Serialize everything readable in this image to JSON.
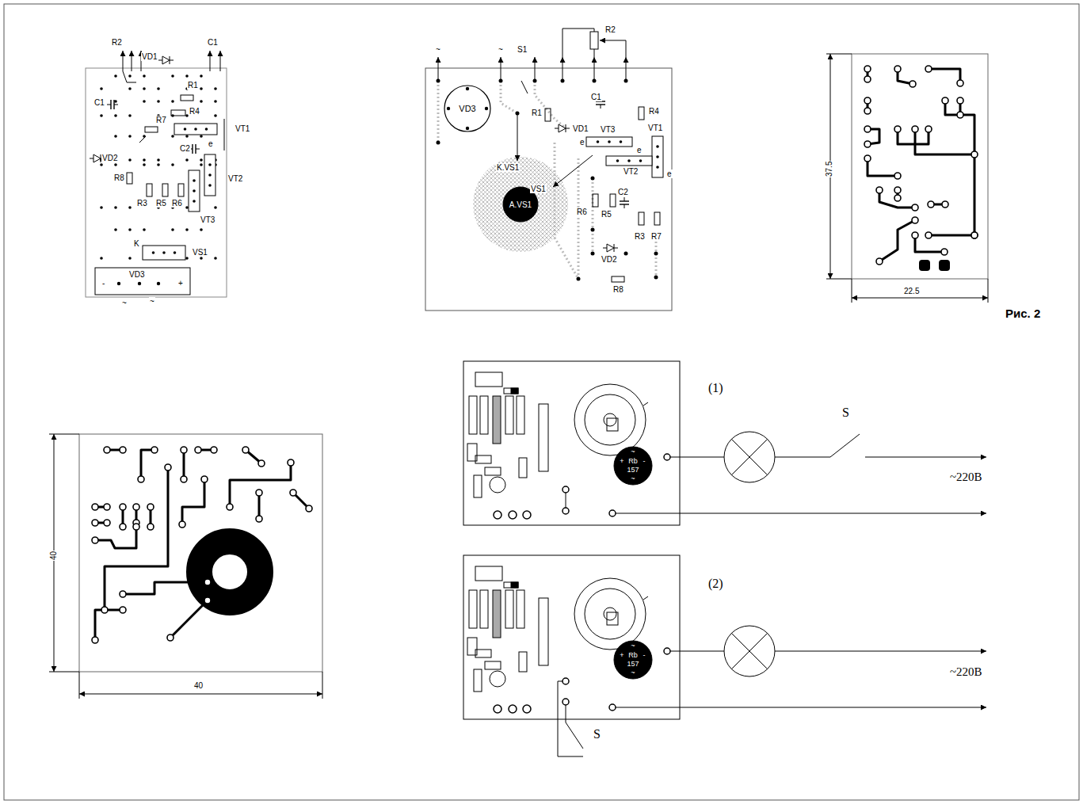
{
  "diagram": {
    "nodes": [
      {
        "text": [
          "VD3"
        ]
      },
      {
        "text": [
          "A.VS1"
        ]
      },
      {
        "text": [
          "~",
          "+",
          "Rb",
          "-",
          "157",
          "~"
        ]
      },
      {
        "text": [
          "~",
          "+",
          "Rb",
          "-",
          "157",
          "~"
        ]
      }
    ],
    "labels": [
      "R2",
      "C1",
      "VD1",
      "R1",
      "C1",
      "R4",
      "R7",
      "VT1",
      "C2",
      "e",
      "VD2",
      "R8",
      "VT2",
      "R3",
      "R5",
      "R6",
      "VT3",
      "K",
      "VS1",
      "VD3",
      "-",
      "+",
      "~",
      "~",
      "~",
      "~",
      "S1",
      "R2",
      "R1",
      "C1",
      "R4",
      "VD1",
      "VT3",
      "e",
      "VT1",
      "K.VS1",
      "e",
      "VT2",
      "e",
      "VS1",
      "R6",
      "R5",
      "C2",
      "R3",
      "R7",
      "VD2",
      "R8",
      "37.5",
      "22.5",
      "40",
      "40",
      "Рис. 2",
      "(1)",
      "S",
      "~220В",
      "(2)",
      "~220В",
      "S"
    ]
  }
}
